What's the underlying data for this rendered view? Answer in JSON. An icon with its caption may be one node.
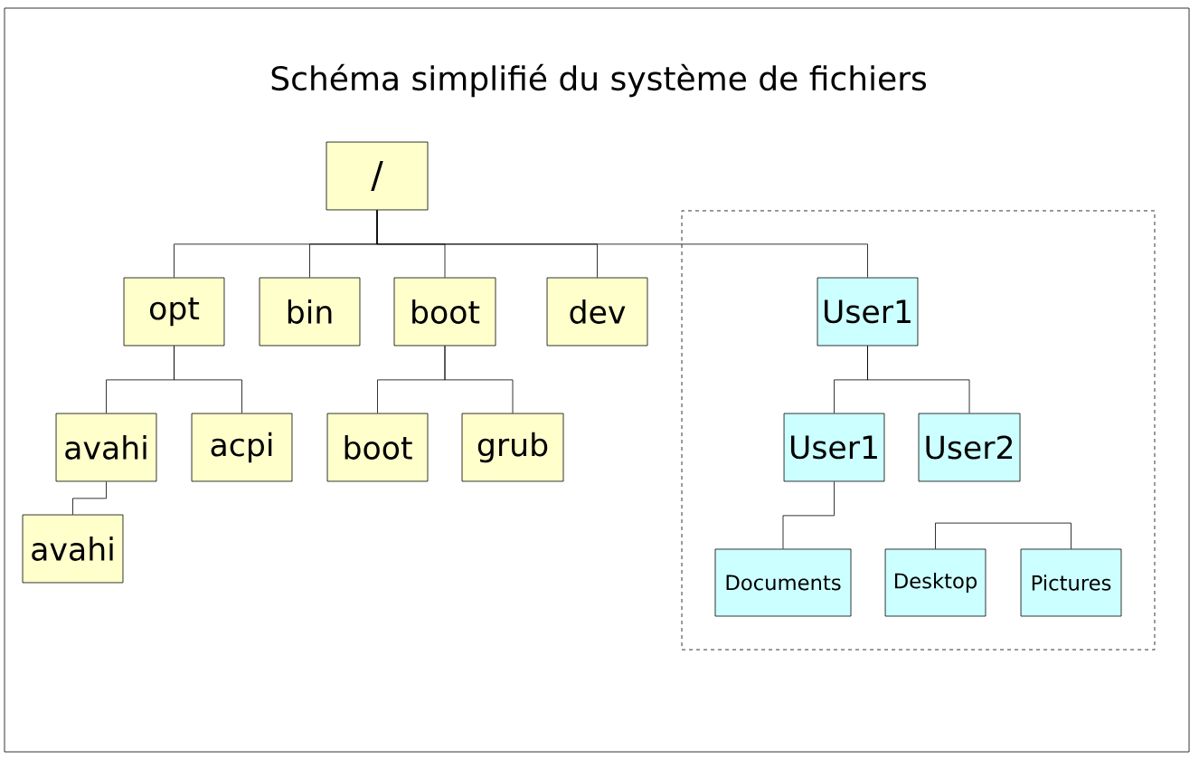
{
  "diagram": {
    "title": "Schéma simplifié du système de fichiers",
    "nodes": [
      {
        "text": [
          "/"
        ]
      },
      {
        "text": [
          "opt"
        ]
      },
      {
        "text": [
          "bin"
        ]
      },
      {
        "text": [
          "boot"
        ]
      },
      {
        "text": [
          "dev"
        ]
      },
      {
        "text": [],
        "shape": "box"
      },
      {
        "text": [
          "User1"
        ],
        "in": 5
      },
      {
        "text": [
          "avahi"
        ]
      },
      {
        "text": [
          "acpi"
        ]
      },
      {
        "text": [
          "boot"
        ]
      },
      {
        "text": [
          "grub"
        ]
      },
      {
        "text": [
          "User1"
        ],
        "in": 5
      },
      {
        "text": [
          "User2"
        ],
        "in": 5
      },
      {
        "text": [
          "avahi"
        ]
      },
      {
        "text": [
          "Documents"
        ],
        "in": 5
      },
      {
        "text": [
          "Desktop"
        ],
        "in": 5
      },
      {
        "text": [
          "Pictures"
        ],
        "in": 5
      }
    ],
    "edges": [
      {
        "from": 0,
        "to": 1,
        "arrow": "none"
      },
      {
        "from": 0,
        "to": 2,
        "arrow": "none"
      },
      {
        "from": 0,
        "to": 3,
        "arrow": "none"
      },
      {
        "from": 0,
        "to": 4,
        "arrow": "none"
      },
      {
        "from": 0,
        "to": 6,
        "arrow": "none"
      },
      {
        "from": 1,
        "to": 7,
        "arrow": "none"
      },
      {
        "from": 1,
        "to": 8,
        "arrow": "none"
      },
      {
        "from": 3,
        "to": 9,
        "arrow": "none"
      },
      {
        "from": 3,
        "to": 10,
        "arrow": "none"
      },
      {
        "from": 6,
        "to": 11,
        "arrow": "none"
      },
      {
        "from": 6,
        "to": 12,
        "arrow": "none"
      },
      {
        "from": 7,
        "to": 13,
        "arrow": "none"
      },
      {
        "from": 11,
        "to": 14,
        "arrow": "none"
      },
      {
        "from": 15,
        "to": 16,
        "arrow": "none"
      }
    ]
  }
}
